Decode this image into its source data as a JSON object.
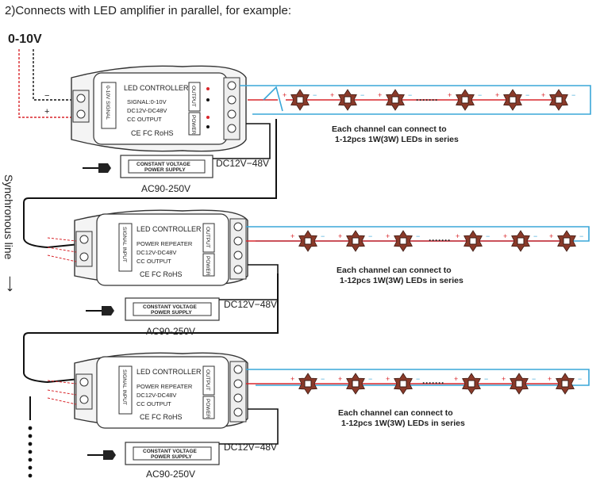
{
  "header": {
    "title": "2)Connects with LED amplifier in parallel, for example:"
  },
  "signal": {
    "label": "0-10V",
    "minus": "−",
    "plus": "+"
  },
  "side_label": "Synchronous line",
  "controller": {
    "title": "LED CONTROLLER",
    "lines": [
      "SIGNAL:0-10V",
      "DC12V-DC48V",
      "CC OUTPUT"
    ],
    "side_left": "0-10V SIGNAL",
    "output": "OUTPUT",
    "power": "POWER",
    "certs": "CE FC RoHS"
  },
  "repeater": {
    "title": "LED CONTROLLER",
    "lines": [
      "POWER REPEATER",
      "DC12V-DC48V",
      "CC OUTPUT"
    ],
    "side_left": "SIGNAL INPUT",
    "output": "OUTPUT",
    "power": "POWER",
    "certs": "CE FC RoHS"
  },
  "psu": {
    "line1": "CONSTANT VOLTAGE",
    "line2": "POWER SUPPLY",
    "ac": "AC90-250V",
    "dc": "DC12V−48V"
  },
  "channel_note": {
    "line1": "Each channel can connect to",
    "line2": "1-12pcs 1W(3W) LEDs in series"
  },
  "colors": {
    "blue": "#3aa7d8",
    "red": "#d9262b",
    "black": "#111111",
    "led": "#8a3a2a"
  }
}
